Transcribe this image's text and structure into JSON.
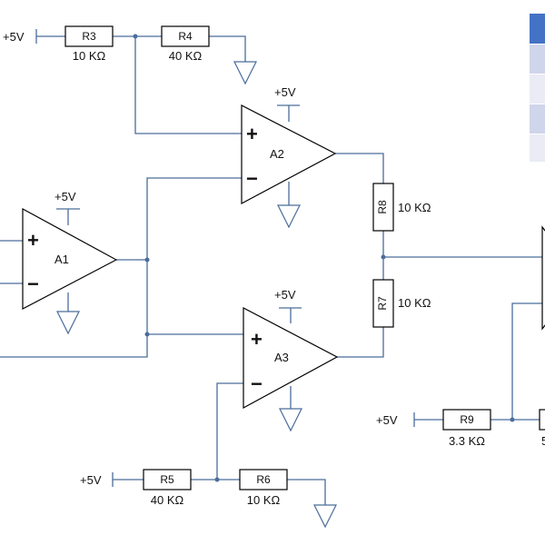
{
  "supply": "+5V",
  "amplifiers": [
    {
      "id": "a1",
      "name": "A1",
      "supply": "+5V"
    },
    {
      "id": "a2",
      "name": "A2",
      "supply": "+5V"
    },
    {
      "id": "a3",
      "name": "A3",
      "supply": "+5V"
    }
  ],
  "resistors": [
    {
      "id": "r3",
      "name": "R3",
      "value": "10 KΩ"
    },
    {
      "id": "r4",
      "name": "R4",
      "value": "40 KΩ"
    },
    {
      "id": "r5",
      "name": "R5",
      "value": "40 KΩ"
    },
    {
      "id": "r6",
      "name": "R6",
      "value": "10 KΩ"
    },
    {
      "id": "r7",
      "name": "R7",
      "value": "10 KΩ"
    },
    {
      "id": "r8",
      "name": "R8",
      "value": "10 KΩ"
    },
    {
      "id": "r9",
      "name": "R9",
      "value": "3.3 KΩ"
    }
  ],
  "partial_labels": {
    "right_bottom_value": "5"
  },
  "signs": {
    "plus": "+",
    "minus": "−"
  },
  "colors": {
    "wire": "#4a6d9a",
    "table_header": "#4472c4",
    "table_row_a": "#cfd5ea",
    "table_row_b": "#e9ebf5"
  }
}
